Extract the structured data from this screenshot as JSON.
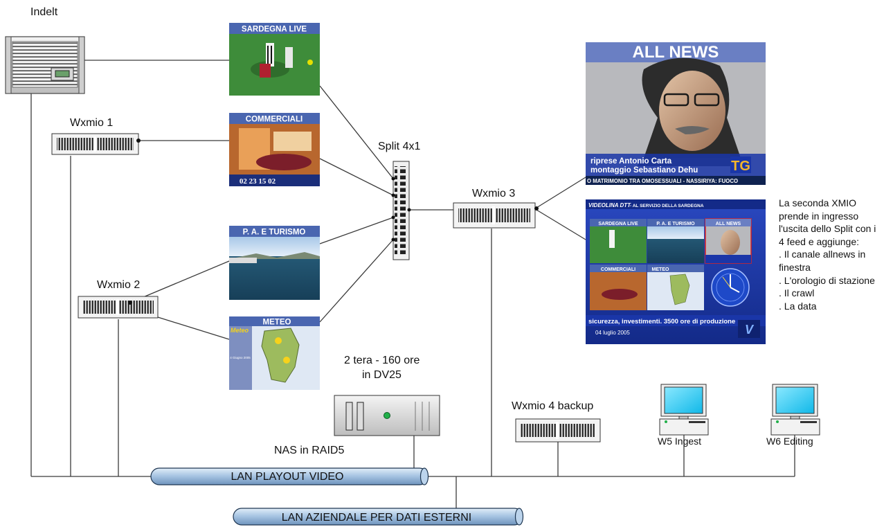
{
  "devices": {
    "indelt": "Indelt",
    "wxmio1": "Wxmio 1",
    "wxmio2": "Wxmio 2",
    "wxmio3": "Wxmio 3",
    "wxmio4": "Wxmio 4 backup",
    "split": "Split 4x1",
    "nas_capacity_line1": "2 tera - 160 ore",
    "nas_capacity_line2": "in DV25",
    "nas_label": "NAS in RAID5",
    "w5": "W5 Ingest",
    "w6": "W6 Editing"
  },
  "networks": {
    "lan_playout": "LAN PLAYOUT VIDEO",
    "lan_aziendale": "LAN AZIENDALE PER DATI ESTERNI"
  },
  "feeds": {
    "sardegna_live": "SARDEGNA LIVE",
    "commerciali": "COMMERCIALI",
    "commerciali_phone": "02 23 15 02",
    "turismo": "P. A. E TURISMO",
    "meteo": "METEO",
    "meteo_logo": "Meteo",
    "meteo_date": "4 Giugno 2005"
  },
  "allnews": {
    "title": "ALL NEWS",
    "caption1": "riprese Antonio Carta",
    "caption2": "montaggio Sebastiano Dehu",
    "crawl": "O MATRIMONIO TRA OMOSESSUALI  -  NASSIRIYA: FUOCO",
    "logo": "TG"
  },
  "composite": {
    "header_brand": "VIDEOLINA DTT",
    "header_rest": "- AL SERVIZIO DELLA SARDEGNA",
    "tile1": "SARDEGNA LIVE",
    "tile2": "P. A. E TURISMO",
    "tile3": "ALL NEWS",
    "tile4": "COMMERCIALI",
    "tile5": "METEO",
    "crawl": "sicurezza, investimenti. 3500 ore di produzione",
    "date": "04 luglio 2005",
    "logo": "V"
  },
  "note": [
    "La seconda XMIO",
    "prende in ingresso",
    "l'uscita dello Split con i",
    "4 feed e aggiunge:",
    ". Il canale allnews in",
    "finestra",
    ". L'orologio di stazione",
    ". Il crawl",
    ". La data"
  ],
  "colors": {
    "pipe": "#a9c6e4",
    "pipe_border": "#1d3550",
    "screen_cyan": "#1ec8f0",
    "videolina_blue": "#1a36a8",
    "header_blue": "#6a7fc3"
  }
}
